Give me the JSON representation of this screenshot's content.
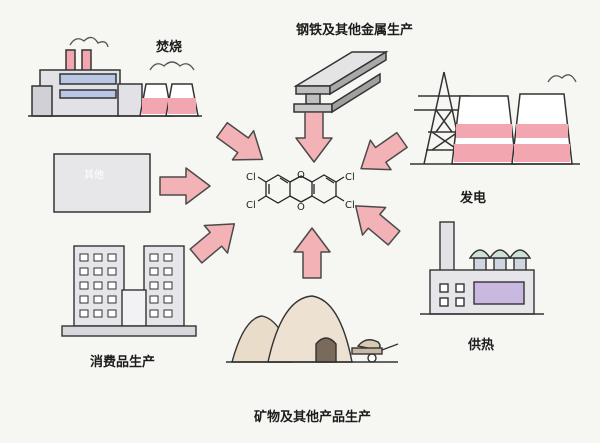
{
  "labels": {
    "incineration": "焚烧",
    "steel": "钢铁及其他金属生产",
    "power": "发电",
    "heating": "供热",
    "mining": "矿物及其他产品生产",
    "consumer": "消费品生产",
    "other": "其他"
  },
  "molecule": {
    "substituent": "Cl",
    "ring_atom": "O"
  },
  "colors": {
    "arrow_fill": "#f3b3b6",
    "arrow_stroke": "#4a4a4a",
    "accent_pink": "#f2a7b0",
    "building_gray": "#e2e2e6",
    "mountain": "#e9dcc9",
    "ink": "#333333"
  }
}
